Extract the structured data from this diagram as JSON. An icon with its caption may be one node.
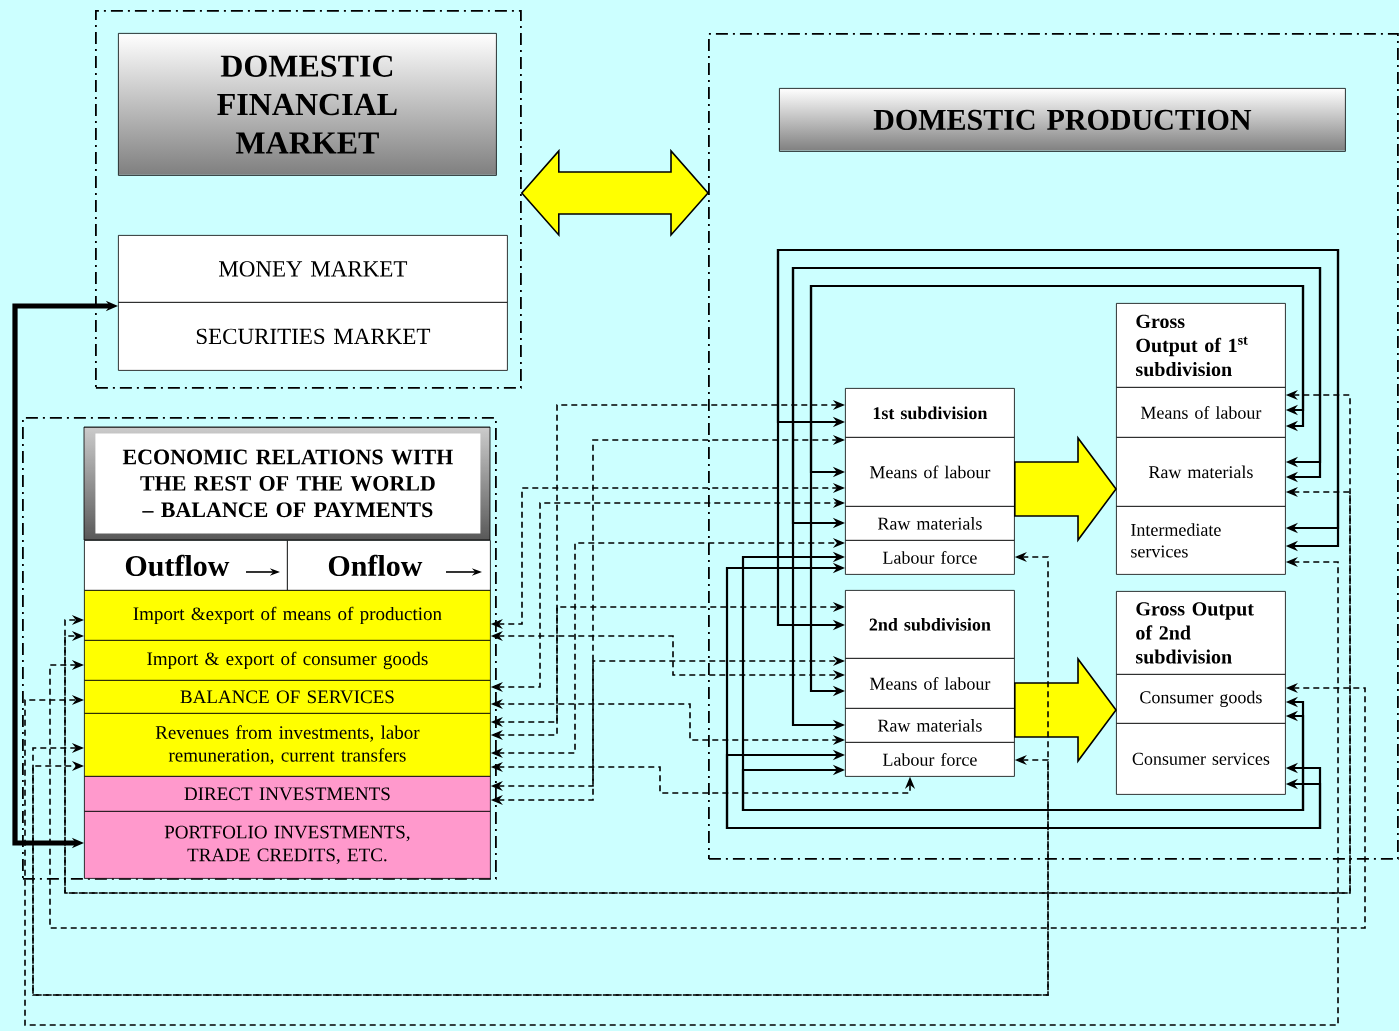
{
  "diagram": {
    "nodes": [
      {
        "text": [],
        "shape": "box"
      },
      {
        "text": [
          "DOMESTIC FINANCIAL MARKET"
        ],
        "in": 0
      },
      {
        "text": [
          "MONEY MARKET"
        ],
        "in": 0
      },
      {
        "text": [
          "SECURITIES MARKET"
        ],
        "in": 0
      },
      {
        "text": [],
        "shape": "box"
      },
      {
        "text": [
          "DOMESTIC PRODUCTION"
        ],
        "in": 4
      },
      {
        "text": [],
        "shape": "box"
      },
      {
        "text": [
          "ECONOMIC RELATIONS WITH THE REST OF THE WORLD – BALANCE OF PAYMENTS"
        ],
        "in": 6
      },
      {
        "text": [
          "Outflow"
        ],
        "in": 6
      },
      {
        "text": [
          "Onflow"
        ],
        "in": 6
      },
      {
        "text": [
          "Import &export of means of production"
        ],
        "in": 6
      },
      {
        "text": [
          "Import & export of consumer goods"
        ],
        "in": 6
      },
      {
        "text": [
          "BALANCE OF SERVICES"
        ],
        "in": 6
      },
      {
        "text": [
          "Revenues from investments, labor remuneration, current transfers"
        ],
        "in": 6
      },
      {
        "text": [
          "DIRECT INVESTMENTS"
        ],
        "in": 6
      },
      {
        "text": [
          "PORTFOLIO INVESTMENTS, TRADE CREDITS, ETC."
        ],
        "in": 6
      },
      {
        "text": [
          "1st subdivision"
        ],
        "in": 4
      },
      {
        "text": [
          "Means of labour"
        ],
        "in": 4
      },
      {
        "text": [
          "Raw materials"
        ],
        "in": 4
      },
      {
        "text": [
          "Labour force"
        ],
        "in": 4
      },
      {
        "text": [
          "2nd subdivision"
        ],
        "in": 4
      },
      {
        "text": [
          "Means of labour"
        ],
        "in": 4
      },
      {
        "text": [
          "Raw materials"
        ],
        "in": 4
      },
      {
        "text": [
          "Labour force"
        ],
        "in": 4
      },
      {
        "text": [
          "Gross Output of 1$^{st}$ subdivision"
        ],
        "in": 4
      },
      {
        "text": [
          "Means of labour"
        ],
        "in": 4
      },
      {
        "text": [
          "Raw materials"
        ],
        "in": 4
      },
      {
        "text": [
          "Intermediate services"
        ],
        "in": 4
      },
      {
        "text": [
          "Gross Output of 2nd subdivision"
        ],
        "in": 4
      },
      {
        "text": [
          "Consumer goods"
        ],
        "in": 4
      },
      {
        "text": [
          "Consumer services"
        ],
        "in": 4
      }
    ],
    "edges": [
      {
        "from": 0,
        "to": 4,
        "arrow": "both",
        "style": "thick",
        "color": "#ffff00"
      },
      {
        "from": 17,
        "to": 26,
        "arrow": "to",
        "style": "thick",
        "color": "#ffff00"
      },
      {
        "from": 21,
        "to": 29,
        "arrow": "to",
        "style": "thick",
        "color": "#ffff00"
      },
      {
        "from": 3,
        "to": 15,
        "arrow": "both",
        "style": "thick"
      },
      {
        "from": 27,
        "to": 16,
        "arrow": "both"
      },
      {
        "from": 27,
        "to": 20,
        "arrow": "both"
      },
      {
        "from": 26,
        "to": 18,
        "arrow": "both"
      },
      {
        "from": 26,
        "to": 22,
        "arrow": "both"
      },
      {
        "from": 25,
        "to": 17,
        "arrow": "both"
      },
      {
        "from": 25,
        "to": 21,
        "arrow": "both"
      },
      {
        "from": 29,
        "to": 19,
        "arrow": "both"
      },
      {
        "from": 29,
        "to": 23,
        "arrow": "both"
      },
      {
        "from": 30,
        "to": 19,
        "arrow": "both"
      },
      {
        "from": 30,
        "to": 23,
        "arrow": "both"
      },
      {
        "from": 19,
        "to": 13,
        "arrow": "both",
        "style": "dashed"
      },
      {
        "from": 23,
        "to": 13,
        "arrow": "both",
        "style": "dashed"
      },
      {
        "from": 25,
        "to": 10,
        "arrow": "both",
        "style": "dashed"
      },
      {
        "from": 26,
        "to": 10,
        "arrow": "both",
        "style": "dashed"
      },
      {
        "from": 29,
        "to": 11,
        "arrow": "both",
        "style": "dashed"
      },
      {
        "from": 27,
        "to": 12,
        "arrow": "both",
        "style": "dashed"
      },
      {
        "from": 10,
        "to": 17,
        "arrow": "both",
        "style": "dashed"
      },
      {
        "from": 12,
        "to": 17,
        "arrow": "both",
        "style": "dashed"
      },
      {
        "from": 13,
        "to": 16,
        "arrow": "both",
        "style": "dashed"
      },
      {
        "from": 13,
        "to": 20,
        "arrow": "both",
        "style": "dashed"
      },
      {
        "from": 13,
        "to": 19,
        "arrow": "both",
        "style": "dashed"
      },
      {
        "from": 14,
        "to": 17,
        "arrow": "both",
        "style": "dashed"
      },
      {
        "from": 14,
        "to": 21,
        "arrow": "both",
        "style": "dashed"
      },
      {
        "from": 10,
        "to": 21,
        "arrow": "both",
        "style": "dashed"
      },
      {
        "from": 12,
        "to": 22,
        "arrow": "both",
        "style": "dashed"
      },
      {
        "from": 13,
        "to": 23,
        "arrow": "both",
        "style": "dashed"
      }
    ]
  }
}
